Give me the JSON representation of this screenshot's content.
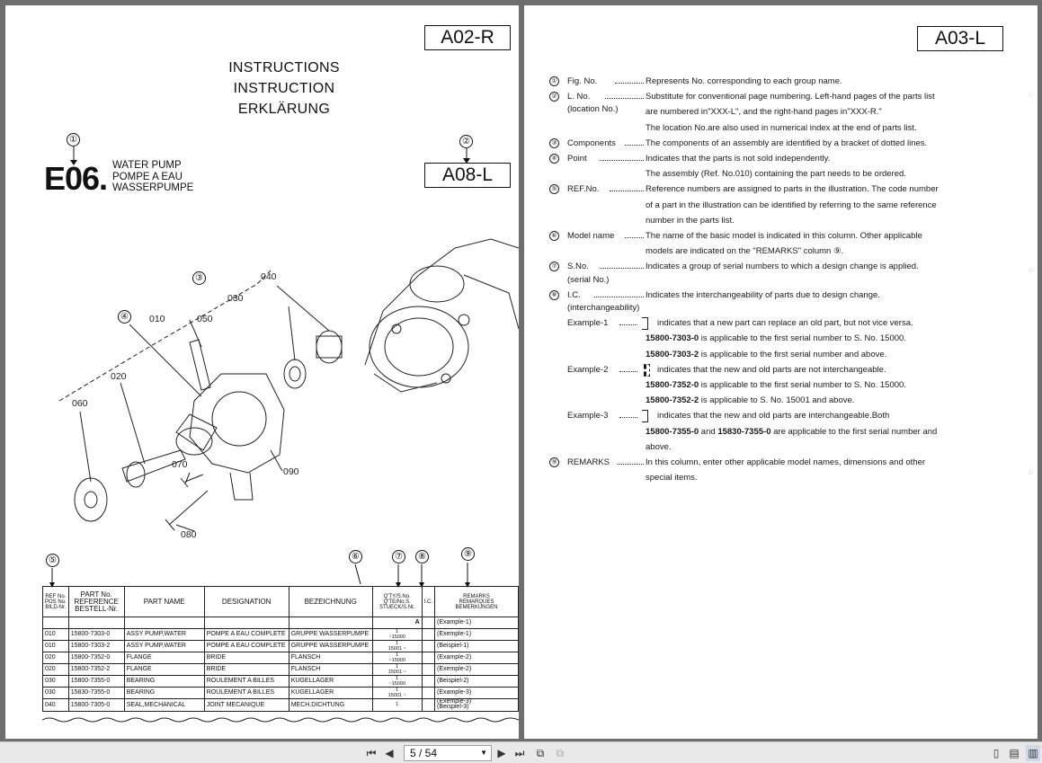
{
  "left_page": {
    "tag": "A02-R",
    "title_lines": [
      "INSTRUCTIONS",
      "INSTRUCTION",
      "ERKLÄRUNG"
    ],
    "group_code": "E06.",
    "group_names": [
      "WATER PUMP",
      "POMPE A EAU",
      "WASSERPUMPE"
    ],
    "location_tag": "A08-L",
    "callouts": [
      "①",
      "②",
      "③",
      "④",
      "⑤",
      "⑥",
      "⑦",
      "⑧",
      "⑨"
    ],
    "part_refs": [
      "040",
      "030",
      "010",
      "050",
      "020",
      "060",
      "070",
      "090",
      "080"
    ],
    "table": {
      "headers": {
        "ref": [
          "REF No.",
          "POS No.",
          "BILD-Nr."
        ],
        "part_no": [
          "PART No.",
          "REFERENCE",
          "BESTELL-Nr."
        ],
        "part_name": "PART NAME",
        "designation": "DESIGNATION",
        "bezeichnung": "BEZEICHNUNG",
        "qty": [
          "Q'TY/S.No.",
          "Q'TE/No.S.",
          "STUECK/S.Nr."
        ],
        "ic": "I.C.",
        "remarks": [
          "REMARKS",
          "REMARQUES",
          "BEMERKUNGEN"
        ]
      },
      "marker": "A",
      "rows": [
        {
          "ref": "010",
          "part_no": "15800-7303-0",
          "name": "ASSY PUMP,WATER",
          "designation": "POMPE A EAU COMPLETE",
          "bez": "GRUPPE WASSERPUMPE",
          "qty": "1",
          "sno": "~15000"
        },
        {
          "ref": "010",
          "part_no": "15800-7303-2",
          "name": "ASSY PUMP,WATER",
          "designation": "POMPE A EAU COMPLETE",
          "bez": "GRUPPE WASSERPUMPE",
          "qty": "1",
          "sno": "15001 ~"
        },
        {
          "ref": "020",
          "part_no": "15800-7352-0",
          "name": "FLANGE",
          "designation": "BRIDE",
          "bez": "FLANSCH",
          "qty": "1",
          "sno": "~15000"
        },
        {
          "ref": "020",
          "part_no": "15800-7352-2",
          "name": "FLANGE",
          "designation": "BRIDE",
          "bez": "FLANSCH",
          "qty": "1",
          "sno": "15001 ~"
        },
        {
          "ref": "030",
          "part_no": "15800-7355-0",
          "name": "BEARING",
          "designation": "ROULEMENT A BILLES",
          "bez": "KUGELLAGER",
          "qty": "1",
          "sno": "~15000"
        },
        {
          "ref": "030",
          "part_no": "15830-7355-0",
          "name": "BEARING",
          "designation": "ROULEMENT A BILLES",
          "bez": "KUGELLAGER",
          "qty": "1",
          "sno": "15001 ~"
        },
        {
          "ref": "040",
          "part_no": "15800-7305-0",
          "name": "SEAL,MECHANICAL",
          "designation": "JOINT MECANIQUE",
          "bez": "MECH.DICHTUNG",
          "qty": "1",
          "sno": ""
        }
      ],
      "remarks_col": [
        "(Example-1)",
        "(Exemple-1)",
        "(Beispiel-1)",
        "(Example-2)",
        "(Exemple-2)",
        "(Beispiel-2)",
        "(Example-3)",
        "(Exemple-3)",
        "(Beispiel-3)"
      ]
    }
  },
  "right_page": {
    "tag": "A03-L",
    "definitions": [
      {
        "num": "①",
        "term": "Fig. No.",
        "desc": "Represents No. corresponding to each group name."
      },
      {
        "num": "②",
        "term": "L. No.",
        "desc": "Substitute for conventional page numbering. Left-hand pages of the parts list",
        "sub": "(location No.)",
        "more": [
          "are numbered in\"XXX-L\", and the right-hand pages in\"XXX-R.\"",
          "The location No.are also used in numerical index at the end of parts list."
        ]
      },
      {
        "num": "③",
        "term": "Components",
        "desc": "The components of an assembly are identified by a bracket of dotted lines."
      },
      {
        "num": "④",
        "term": "Point",
        "desc": "Indicates that the parts is not sold independently.",
        "more": [
          "The assembly (Ref. No.010) containing the part needs to be ordered."
        ]
      },
      {
        "num": "⑤",
        "term": "REF.No.",
        "desc": "Reference numbers are assigned to parts in the illustration. The code number",
        "more": [
          "of a part in the illustration can be identified by referring to the same reference",
          "number in the parts list."
        ]
      },
      {
        "num": "⑥",
        "term": "Model name",
        "desc": "The name of the basic model is indicated in this column. Other applicable",
        "more": [
          "models are indicated on the \"REMARKS\" column ⑨."
        ]
      },
      {
        "num": "⑦",
        "term": "S.No.",
        "desc": "Indicates a group of serial numbers to which a design change is applied.",
        "sub": "(serial No.)"
      },
      {
        "num": "⑧",
        "term": "I.C.",
        "desc": "Indicates the interchangeability of parts due to design change.",
        "sub": "(interchangeability)"
      }
    ],
    "examples": [
      {
        "label": "Example-1",
        "desc": "indicates that a new part can replace an old part, but not vice versa.",
        "lines": [
          [
            "15800-7303-0",
            " is applicable to the first serial number to S. No. 15000."
          ],
          [
            "15800-7303-2",
            " is applicable to the first serial number and above."
          ]
        ]
      },
      {
        "label": "Example-2",
        "desc": "indicates that the new and old parts are not interchangeable.",
        "lines": [
          [
            "15800-7352-0",
            " is applicable to the first serial number to S. No. 15000."
          ],
          [
            "15800-7352-2",
            " is applicable to S. No. 15001 and above."
          ]
        ]
      },
      {
        "label": "Example-3",
        "desc": "indicates that the new and old parts are interchangeable.Both",
        "lines": [
          [
            "15800-7355-0",
            " and "
          ],
          [
            "15830-7355-0",
            " are applicable to the first serial number and"
          ]
        ],
        "tail": "above."
      }
    ],
    "remarks_def": {
      "num": "⑨",
      "term": "REMARKS",
      "desc": "In this column, enter other applicable model names, dimensions and other",
      "more": "special items."
    }
  },
  "toolbar": {
    "page_display": "5 / 54",
    "first_icon": "first-page-icon",
    "prev_icon": "prev-page-icon",
    "next_icon": "next-page-icon",
    "last_icon": "last-page-icon"
  }
}
